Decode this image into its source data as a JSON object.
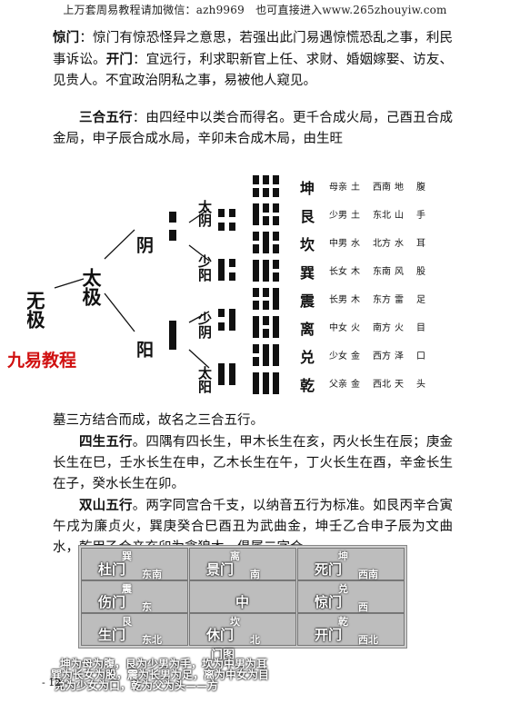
{
  "header": "上万套周易教程请加微信：azh9969　也可直接进入www.265zhouyiw.com",
  "p1_title": "惊门",
  "p1_a": "：惊门有惊恐怪异之意思，若强出此门易遇惊慌恐乱之事，利民事诉讼。",
  "p1_title2": "开门",
  "p1_b": "：宜远行，利求职新官上任、求财、婚姻嫁娶、访友、见贵人。不宜政治阴私之事，易被他人窥见。",
  "p2_title": "三合五行",
  "p2_body": "：由四经中以类合而得名。更千合成火局，己酉丑合成金局，申子辰合成水局，辛卯未合成木局，由生旺",
  "diagram": {
    "wuji": "无极",
    "taiji": "太极",
    "yin": "阴",
    "yang": "阳",
    "taiyin": "太阴",
    "shaoyang": "少阳",
    "shaoyin": "少阴",
    "taiyang": "太阳",
    "trigrams": [
      "坤",
      "艮",
      "坎",
      "巽",
      "震",
      "离",
      "兑",
      "乾"
    ],
    "row_family": [
      "母亲",
      "少男",
      "中男",
      "长女",
      "长男",
      "中女",
      "少女",
      "父亲"
    ],
    "row_element": [
      "土",
      "土",
      "水",
      "木",
      "木",
      "火",
      "金",
      "金"
    ],
    "row_dir": [
      "西南",
      "东北",
      "北方",
      "东南",
      "东方",
      "南方",
      "西方",
      "西北"
    ],
    "row_nature": [
      "地",
      "山",
      "水",
      "风",
      "雷",
      "火",
      "泽",
      "天"
    ],
    "row_body": [
      "腹",
      "手",
      "耳",
      "股",
      "足",
      "目",
      "口",
      "头"
    ]
  },
  "watermark": "九易教程",
  "p3": "墓三方结合而成，故名之三合五行。",
  "p4_title": "四生五行",
  "p4_body": "。四隅有四长生，甲木长生在亥，丙火长生在辰；庚金长生在巳，壬水长生在申，乙木长生在午，丁火长生在酉，辛金长生在子，癸水长生在卯。",
  "p5_title": "双山五行",
  "p5_body": "。两字同宫合千支，以纳音五行为标准。如艮丙辛合寅午戌为廉贞火，巽庚癸合巳酉丑为武曲金，坤壬乙合申子辰为文曲水，乾甲乙合辛亥卯为贪狼木，俱属二字合",
  "grid": {
    "cells": [
      {
        "top": "巽",
        "main": "杜门",
        "sub": "东南"
      },
      {
        "top": "离",
        "main": "景门",
        "sub": "南"
      },
      {
        "top": "坤",
        "main": "死门",
        "sub": "西南"
      },
      {
        "top": "震",
        "main": "伤门",
        "sub": "东"
      },
      {
        "top": "",
        "main": "中",
        "sub": ""
      },
      {
        "top": "兑",
        "main": "惊门",
        "sub": "西"
      },
      {
        "top": "艮",
        "main": "生门",
        "sub": "东北"
      },
      {
        "top": "坎",
        "main": "休门",
        "sub": "北"
      },
      {
        "top": "乾",
        "main": "开门",
        "sub": "西北"
      }
    ],
    "caption_title": "门图",
    "caption1": "坤为母为腹，艮为少男为手，坎为中男为耳",
    "caption2": "巽为长女为股，震为长男为足，离为中女为目",
    "caption3": "兑为少女为口，乾为父为头——方"
  },
  "page_number": "- 12 -"
}
